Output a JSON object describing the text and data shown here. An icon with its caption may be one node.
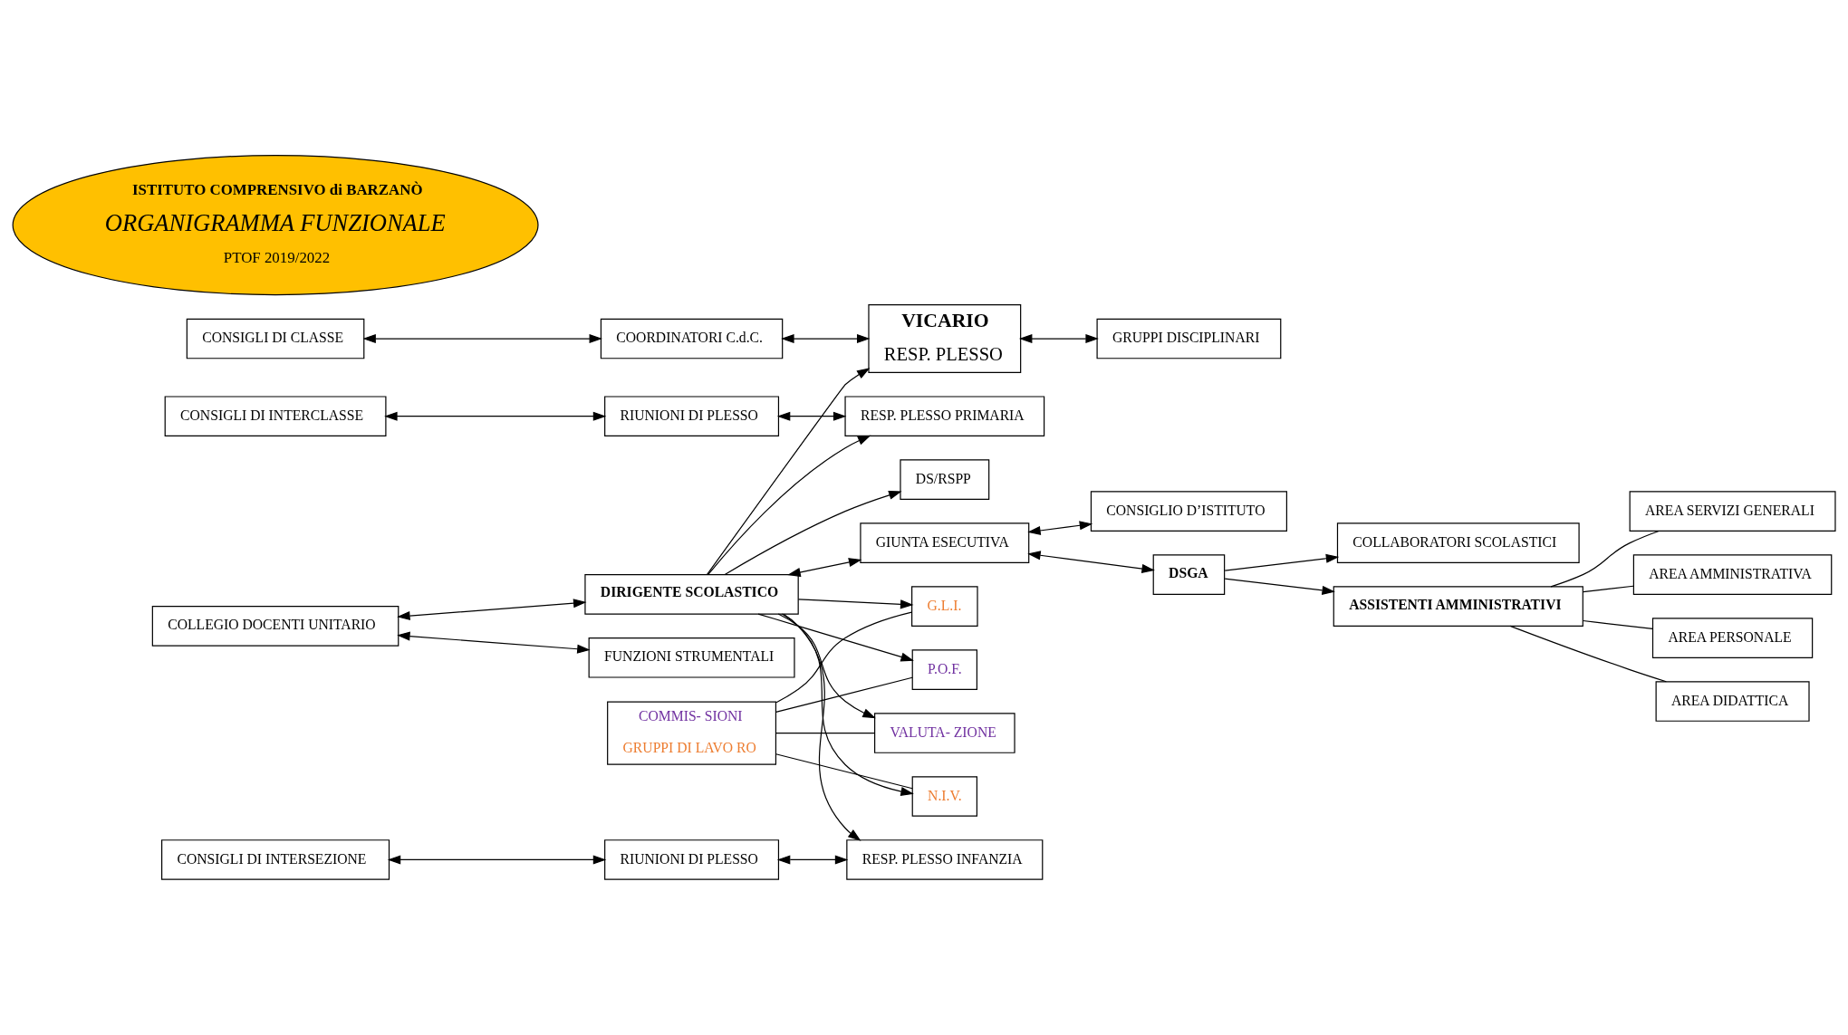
{
  "diagram": {
    "nodes": [
      {
        "text": [
          "COLLEGIO DOCENTI UNITARIO"
        ]
      },
      {
        "text": [
          "DIRIGENTE SCOLASTICO"
        ]
      },
      {
        "text": [
          "GIUNTA ESECUTIVA"
        ]
      },
      {
        "text": [
          "CONSIGLIO D’ISTITUTO"
        ]
      },
      {
        "text": [
          "CONSIGLI DI CLASSE"
        ]
      },
      {
        "text": [
          "COORDINATORI C.d.C."
        ]
      },
      {
        "text": [
          "VICARIO",
          "RESP. PLESSO"
        ]
      },
      {
        "text": [
          "DSGA"
        ]
      },
      {
        "text": [
          "COLLABORATORI SCOLASTICI"
        ]
      },
      {
        "text": [
          "GRUPPI DISCIPLINARI"
        ]
      },
      {
        "text": [
          "ASSISTENTI AMMINISTRATIVI"
        ]
      },
      {
        "text": [
          "FUNZIONI STRUMENTALI"
        ]
      },
      {
        "text": [
          "AREA SERVIZI GENERALI"
        ]
      },
      {
        "text": [
          "AREA AMMINISTRATIVA"
        ]
      },
      {
        "text": [
          "CONSIGLI DI INTERCLASSE"
        ]
      },
      {
        "text": [
          "RIUNIONI DI PLESSO"
        ]
      },
      {
        "text": [
          "RESP. PLESSO PRIMARIA"
        ]
      },
      {
        "text": [
          "AREA PERSONALE"
        ]
      },
      {
        "text": [
          "AREA DIDATTICA"
        ]
      },
      {
        "text": [
          "CONSIGLI DI INTERSEZIONE"
        ]
      },
      {
        "text": [
          "RIUNIONI DI PLESSO"
        ]
      },
      {
        "text": [
          "RESP. PLESSO INFANZIA"
        ]
      },
      {
        "text": [
          "COMMIS- SIONI",
          "GRUPPI DI LAVO RO"
        ]
      },
      {
        "text": [
          "P.O.F."
        ]
      },
      {
        "text": [
          "VALUTA- ZIONE"
        ]
      },
      {
        "text": [
          "ISTITUTO COMPRENSIVO di BARZANÒ",
          "ORGANIGRAMMA FUNZIONALE",
          "PTOF 2019/2022"
        ]
      },
      {
        "text": [
          "DS/RSPP"
        ]
      },
      {
        "text": [
          "N.I.V."
        ]
      },
      {
        "text": [
          "G.L.I."
        ]
      }
    ],
    "edges": [
      {
        "from": 0,
        "to": 1,
        "arrow": "both"
      },
      {
        "from": 1,
        "to": 2,
        "arrow": "both"
      },
      {
        "from": 2,
        "to": 3,
        "arrow": "both"
      },
      {
        "from": 2,
        "to": 7,
        "arrow": "both"
      },
      {
        "from": 0,
        "to": 11,
        "arrow": "both"
      },
      {
        "from": 4,
        "to": 5,
        "arrow": "both"
      },
      {
        "from": 5,
        "to": 6,
        "arrow": "both"
      },
      {
        "from": 7,
        "to": 8,
        "arrow": "to"
      },
      {
        "from": 7,
        "to": 10,
        "arrow": "to"
      },
      {
        "from": 1,
        "to": 6,
        "arrow": "to"
      },
      {
        "from": 6,
        "to": 9,
        "arrow": "both"
      },
      {
        "from": 10,
        "to": 12,
        "arrow": "none"
      },
      {
        "from": 10,
        "to": 13,
        "arrow": "none"
      },
      {
        "from": 10,
        "to": 17,
        "arrow": "none"
      },
      {
        "from": 10,
        "to": 18,
        "arrow": "none"
      },
      {
        "from": 14,
        "to": 15,
        "arrow": "both"
      },
      {
        "from": 15,
        "to": 16,
        "arrow": "both"
      },
      {
        "from": 1,
        "to": 16,
        "arrow": "to"
      },
      {
        "from": 19,
        "to": 20,
        "arrow": "both"
      },
      {
        "from": 20,
        "to": 21,
        "arrow": "both"
      },
      {
        "from": 1,
        "to": 21,
        "arrow": "to"
      },
      {
        "from": 1,
        "to": 23,
        "arrow": "to"
      },
      {
        "from": 1,
        "to": 24,
        "arrow": "to"
      },
      {
        "from": 1,
        "to": 26,
        "arrow": "to"
      },
      {
        "from": 1,
        "to": 27,
        "arrow": "to"
      },
      {
        "from": 1,
        "to": 28,
        "arrow": "to"
      },
      {
        "from": 22,
        "to": 23,
        "arrow": "none"
      },
      {
        "from": 22,
        "to": 24,
        "arrow": "none"
      },
      {
        "from": 22,
        "to": 27,
        "arrow": "none"
      },
      {
        "from": 22,
        "to": 28,
        "arrow": "none"
      }
    ]
  }
}
